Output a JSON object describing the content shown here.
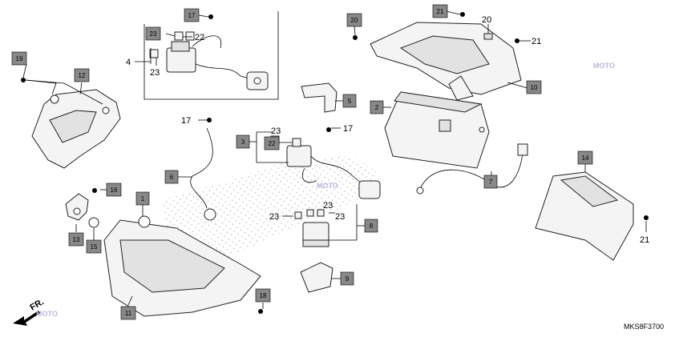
{
  "diagram": {
    "code": "MKS8F3700",
    "direction_label": "FR.",
    "callouts": [
      {
        "id": "c19",
        "text": "19",
        "boxed": true
      },
      {
        "id": "c12",
        "text": "12",
        "boxed": true
      },
      {
        "id": "c17a",
        "text": "17",
        "boxed": true
      },
      {
        "id": "c23a",
        "text": "23",
        "boxed": true
      },
      {
        "id": "c22a",
        "text": "22",
        "boxed": false
      },
      {
        "id": "c4",
        "text": "4",
        "boxed": false
      },
      {
        "id": "c23b",
        "text": "23",
        "boxed": false
      },
      {
        "id": "c20a",
        "text": "20",
        "boxed": true
      },
      {
        "id": "c21a",
        "text": "21",
        "boxed": true
      },
      {
        "id": "c20b",
        "text": "20",
        "boxed": false
      },
      {
        "id": "c21b",
        "text": "21",
        "boxed": false
      },
      {
        "id": "c10",
        "text": "10",
        "boxed": true
      },
      {
        "id": "c5",
        "text": "5",
        "boxed": true
      },
      {
        "id": "c2",
        "text": "2",
        "boxed": true
      },
      {
        "id": "c17b",
        "text": "17",
        "boxed": false
      },
      {
        "id": "c3",
        "text": "3",
        "boxed": true
      },
      {
        "id": "c23c",
        "text": "23",
        "boxed": false
      },
      {
        "id": "c22b",
        "text": "22",
        "boxed": true
      },
      {
        "id": "c17c",
        "text": "17",
        "boxed": false
      },
      {
        "id": "c6",
        "text": "6",
        "boxed": true
      },
      {
        "id": "c16",
        "text": "16",
        "boxed": true
      },
      {
        "id": "c1",
        "text": "1",
        "boxed": true
      },
      {
        "id": "c23d",
        "text": "23",
        "boxed": false
      },
      {
        "id": "c23e",
        "text": "23",
        "boxed": false
      },
      {
        "id": "c23f",
        "text": "23",
        "boxed": false
      },
      {
        "id": "c8",
        "text": "8",
        "boxed": true
      },
      {
        "id": "c7",
        "text": "7",
        "boxed": true
      },
      {
        "id": "c14",
        "text": "14",
        "boxed": true
      },
      {
        "id": "c21c",
        "text": "21",
        "boxed": false
      },
      {
        "id": "c13",
        "text": "13",
        "boxed": true
      },
      {
        "id": "c15",
        "text": "15",
        "boxed": true
      },
      {
        "id": "c9",
        "text": "9",
        "boxed": true
      },
      {
        "id": "c18",
        "text": "18",
        "boxed": true
      },
      {
        "id": "c11",
        "text": "11",
        "boxed": true
      }
    ]
  },
  "colors": {
    "callout_box": "#888888",
    "line": "#000000",
    "hatch": "#c8c8c8"
  }
}
